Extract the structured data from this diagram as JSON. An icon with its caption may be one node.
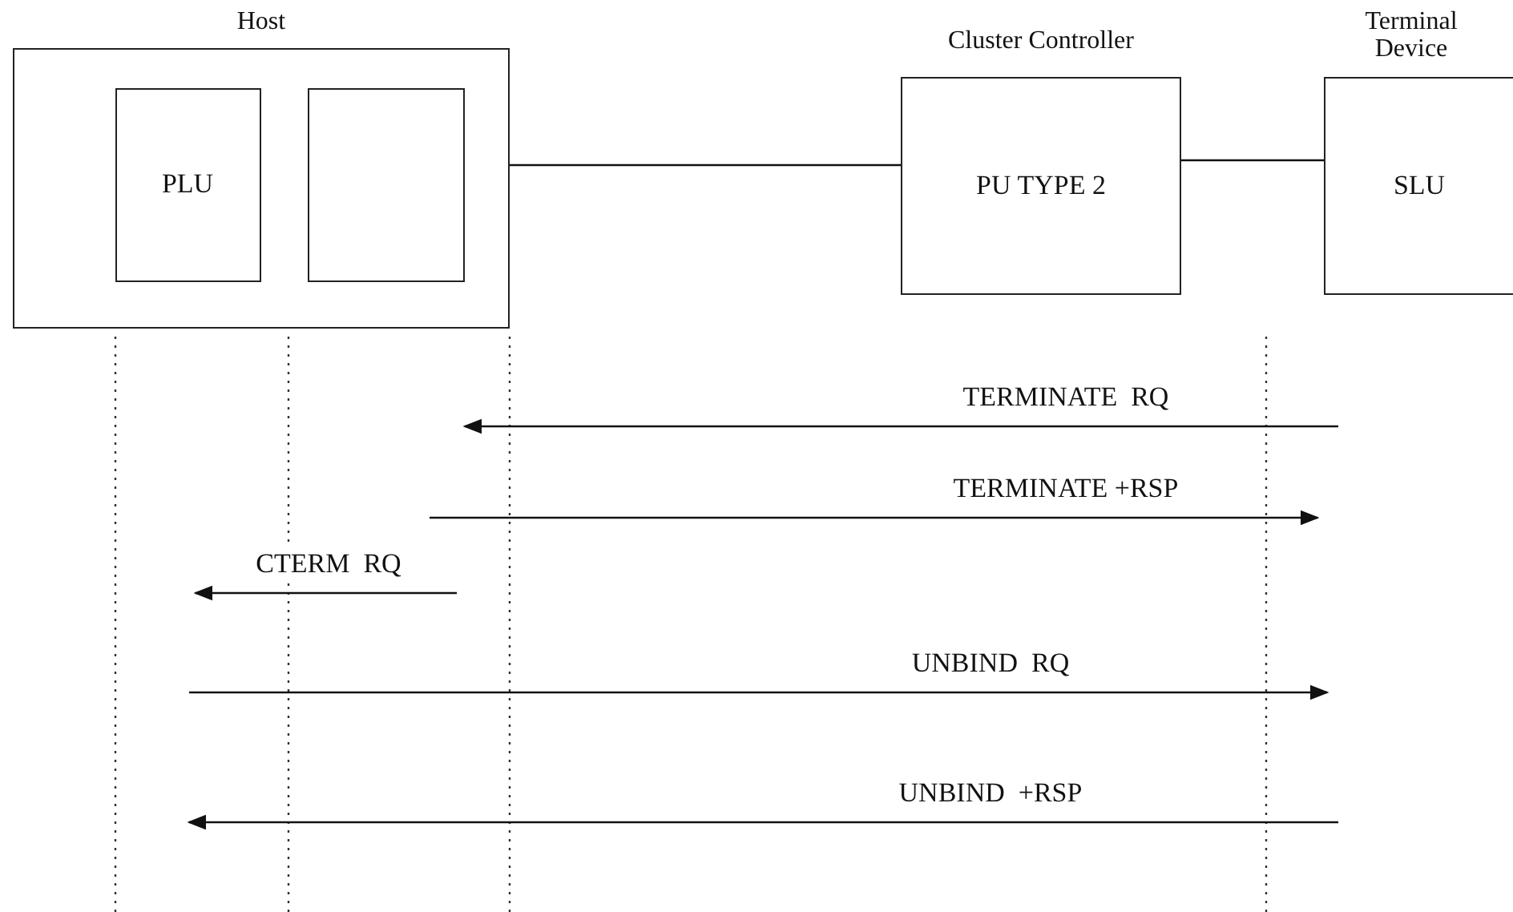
{
  "diagram": {
    "nodes": [
      {
        "text": [
          "Host"
        ]
      },
      {
        "text": [
          "PLU"
        ],
        "in": 0
      },
      {
        "text": [],
        "shape": "box",
        "in": 0
      },
      {
        "text": [
          "Cluster Controller",
          "PU TYPE 2"
        ]
      },
      {
        "text": [
          "Terminal Device",
          "SLU"
        ]
      }
    ],
    "edges": [
      {
        "from": 0,
        "to": 3,
        "arrow": "none"
      },
      {
        "from": 3,
        "to": 4,
        "arrow": "none"
      }
    ],
    "labels": [
      "TERMINATE  RQ",
      "TERMINATE +RSP",
      "CTERM  RQ",
      "UNBIND  RQ",
      "UNBIND  +RSP"
    ]
  }
}
